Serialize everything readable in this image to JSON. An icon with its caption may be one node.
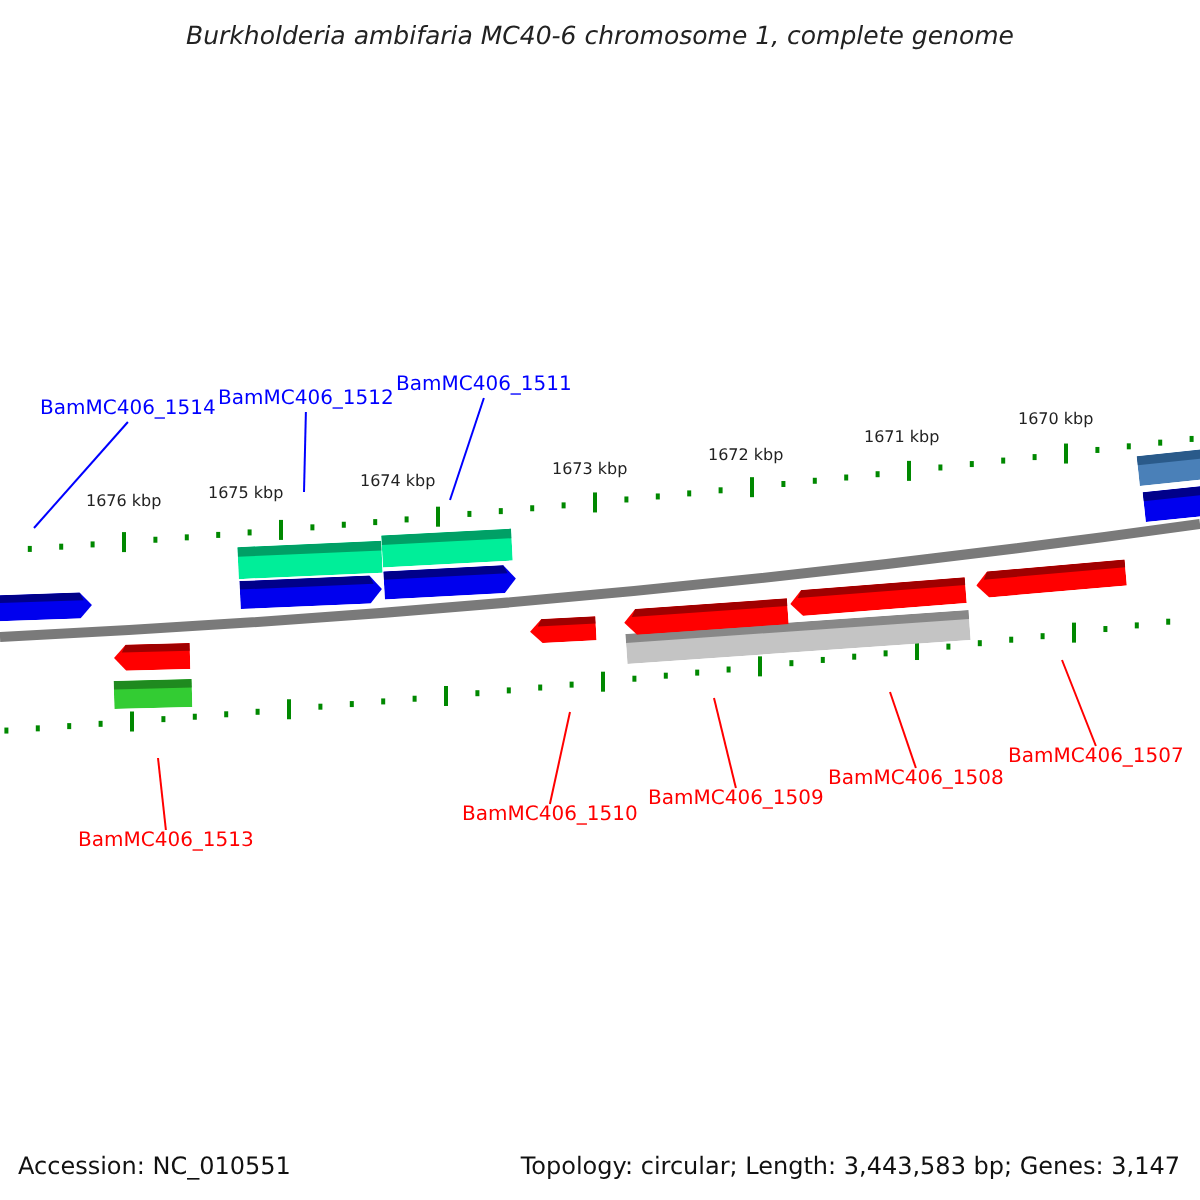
{
  "diagram": {
    "title": "Burkholderia ambifaria MC40-6 chromosome 1, complete genome",
    "nodes": [
      {
        "text": [
          "BamMC406_1514"
        ]
      },
      {
        "text": [
          "BamMC406_1512"
        ]
      },
      {
        "text": [
          "BamMC406_1511"
        ]
      },
      {
        "text": [
          "BamMC406_1513"
        ]
      },
      {
        "text": [
          "BamMC406_1510"
        ]
      },
      {
        "text": [
          "BamMC406_1509"
        ]
      },
      {
        "text": [
          "BamMC406_1508"
        ]
      },
      {
        "text": [
          "BamMC406_1507"
        ]
      },
      {
        "text": [],
        "shape": "arrow"
      },
      {
        "text": [],
        "shape": "bar"
      },
      {
        "text": [],
        "shape": "bar"
      },
      {
        "text": [],
        "shape": "arrow"
      },
      {
        "text": [],
        "shape": "arrow"
      },
      {
        "text": [],
        "shape": "bar"
      },
      {
        "text": [],
        "shape": "bar"
      },
      {
        "text": [],
        "shape": "arrow"
      },
      {
        "text": [],
        "shape": "bar"
      },
      {
        "text": [],
        "shape": "arrow"
      },
      {
        "text": [],
        "shape": "bar"
      },
      {
        "text": [],
        "shape": "arrow"
      },
      {
        "text": [],
        "shape": "arrow"
      },
      {
        "text": [],
        "shape": "arrow"
      }
    ],
    "edges": [
      {
        "from": 0,
        "to": null,
        "arrow": "none",
        "color": "#0000ff"
      },
      {
        "from": 1,
        "to": null,
        "arrow": "none",
        "color": "#0000ff"
      },
      {
        "from": 2,
        "to": null,
        "arrow": "none",
        "color": "#0000ff"
      },
      {
        "from": 3,
        "to": null,
        "arrow": "none"
      },
      {
        "from": 4,
        "to": null,
        "arrow": "none"
      },
      {
        "from": 5,
        "to": null,
        "arrow": "none"
      },
      {
        "from": 6,
        "to": null,
        "arrow": "none"
      },
      {
        "from": 7,
        "to": null,
        "arrow": "none"
      }
    ],
    "labels": [
      "1676 kbp",
      "1675 kbp",
      "1674 kbp",
      "1673 kbp",
      "1672 kbp",
      "1671 kbp",
      "1670 kbp",
      "Accession: NC_010551",
      "Topology: circular; Length: 3,443,583 bp; Genes: 3,147"
    ]
  }
}
